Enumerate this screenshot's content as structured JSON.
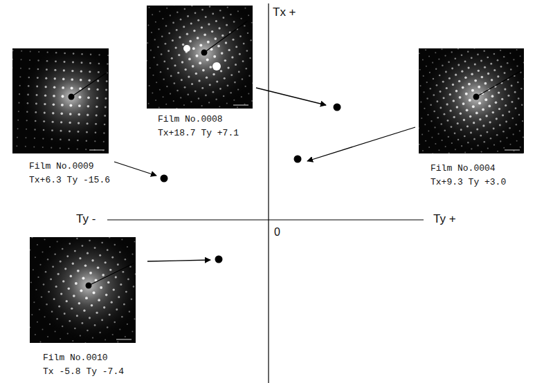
{
  "diagram": {
    "nodes": [
      {
        "text": [
          "Film No.0008",
          "Tx+18.7 Ty +7.1"
        ]
      },
      {
        "text": [
          "Film No.0009",
          "Tx+6.3 Ty -15.6"
        ]
      },
      {
        "text": [
          "Film No.0004",
          "Tx+9.3 Ty +3.0"
        ]
      },
      {
        "text": [
          "Film No.0010",
          "Tx -5.8 Ty -7.4"
        ]
      }
    ],
    "labels": [
      "Tx +",
      "Ty -",
      "Ty +",
      "0"
    ]
  }
}
